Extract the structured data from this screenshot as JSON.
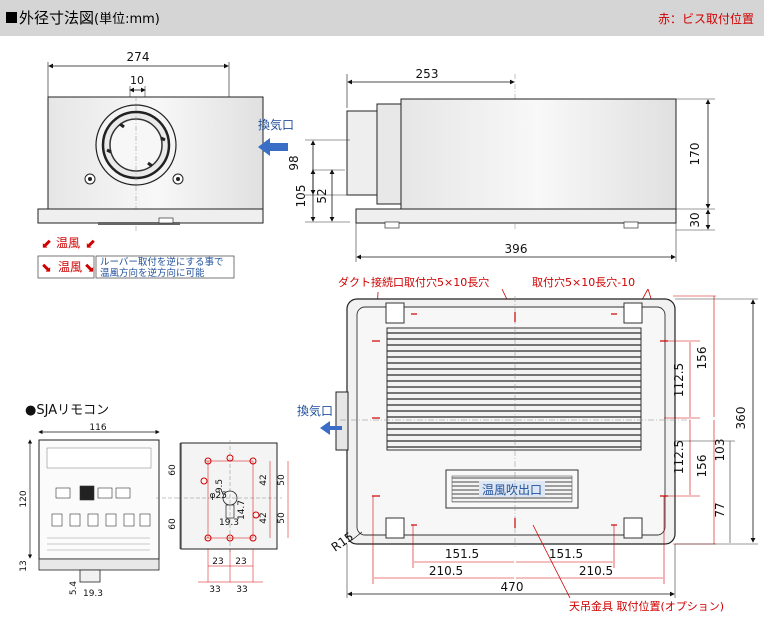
{
  "header": {
    "title_main": "外径寸法図",
    "title_unit": "(単位:mm)",
    "note": "赤：ビス取付位置"
  },
  "front": {
    "width": "274",
    "center": "10",
    "warm1": "温風",
    "warm2": "温風",
    "louver1": "ルーバー取付を逆にする事で",
    "louver2": "温風方向を逆方向に可能"
  },
  "side": {
    "depth": "253",
    "vent": "換気口",
    "d98": "98",
    "d105": "105",
    "d52": "52",
    "d170": "170",
    "d30": "30",
    "d396": "396"
  },
  "plan": {
    "duct_label": "ダクト接続口取付穴5×10長穴",
    "hole_label": "取付穴5×10長穴-10",
    "vent": "換気口",
    "outlet": "温風吹出口",
    "h156a": "156",
    "h1125a": "112.5",
    "h1125b": "112.5",
    "h156b": "156",
    "h360": "360",
    "h103": "103",
    "h77": "77",
    "r15": "R15",
    "w1515a": "151.5",
    "w1515b": "151.5",
    "w2105a": "210.5",
    "w2105b": "210.5",
    "w470": "470",
    "hanger": "天吊金具 取付位置(オプション)"
  },
  "remote": {
    "heading": "●SJAリモコン",
    "w116": "116",
    "h120": "120",
    "d13": "13",
    "d54": "5.4",
    "d193": "19.3",
    "b42a": "42",
    "b42b": "42",
    "b50a": "50",
    "b50b": "50",
    "b60a": "60",
    "b60b": "60",
    "b95": "9.5",
    "bphi": "φ25",
    "b147": "14.7",
    "b193": "19.3",
    "b23a": "23",
    "b23b": "23",
    "b33a": "33",
    "b33b": "33"
  }
}
